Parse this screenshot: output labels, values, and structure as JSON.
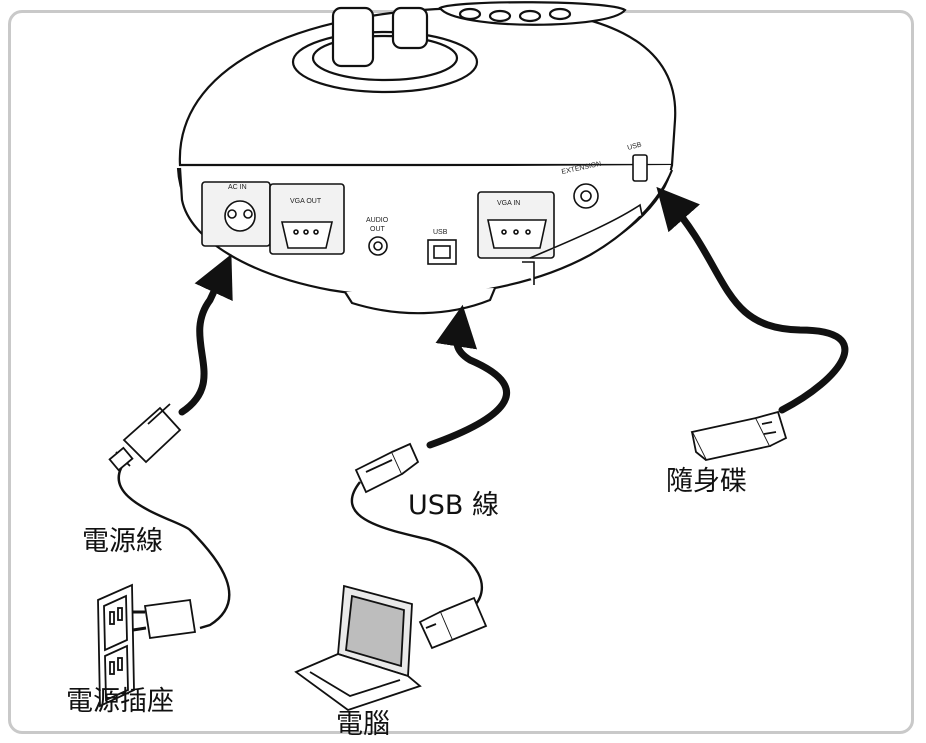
{
  "colors": {
    "line": "#111111",
    "frame": "#c9c9c9",
    "fill": "#ffffff",
    "shade": "#f2f2f2"
  },
  "port_labels": {
    "ac_in": "AC IN",
    "vga_out": "VGA OUT",
    "audio_out_line1": "AUDIO",
    "audio_out_line2": "OUT",
    "usb_b": "USB",
    "vga_in": "VGA IN",
    "extension": "EXTENSION",
    "usb_a": "USB"
  },
  "callouts": {
    "power_cord": "電源線",
    "usb_cable": "USB 線",
    "flash_drive": "隨身碟",
    "power_outlet": "電源插座",
    "computer": "電腦"
  }
}
